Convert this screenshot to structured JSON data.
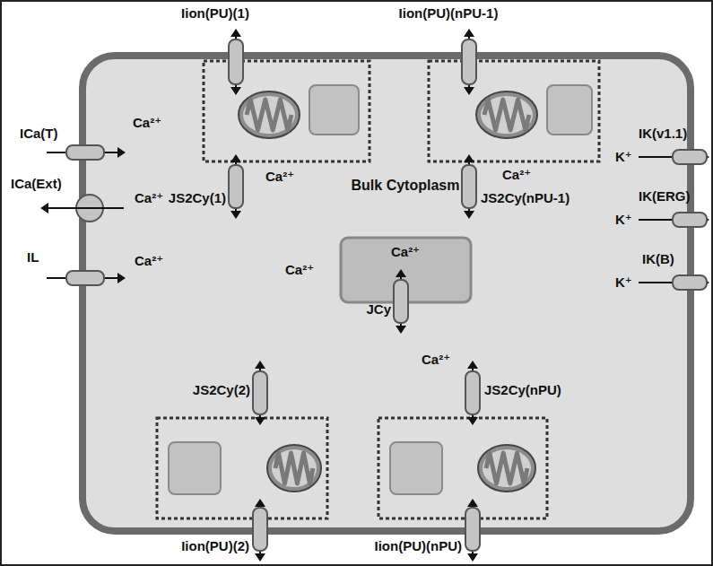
{
  "diagram": {
    "nodes": [
      {
        "text": [
          "Bulk Cytoplasm"
        ]
      },
      {
        "text": [
          "Ca²⁺"
        ],
        "in": 0
      }
    ],
    "labels": [
      "Iion(PU)(1)",
      "Iion(PU)(nPU-1)",
      "ICa(T)",
      "Ca²⁺",
      "Ca²⁺",
      "Ca²⁺",
      "K⁺",
      "IK(v1.1)",
      "JS2Cy(1)",
      "JS2Cy(nPU-1)",
      "ICa(Ext)",
      "Ca²⁺",
      "K⁺",
      "IK(ERG)",
      "IL",
      "Ca²⁺",
      "JS2Cy(2)",
      "Ca²⁺",
      "JCy",
      "JS2Cy(nPU)",
      "Ca²⁺",
      "K⁺",
      "IK(B)",
      "Iion(PU)(2)",
      "Iion(PU)(nPU)"
    ]
  }
}
